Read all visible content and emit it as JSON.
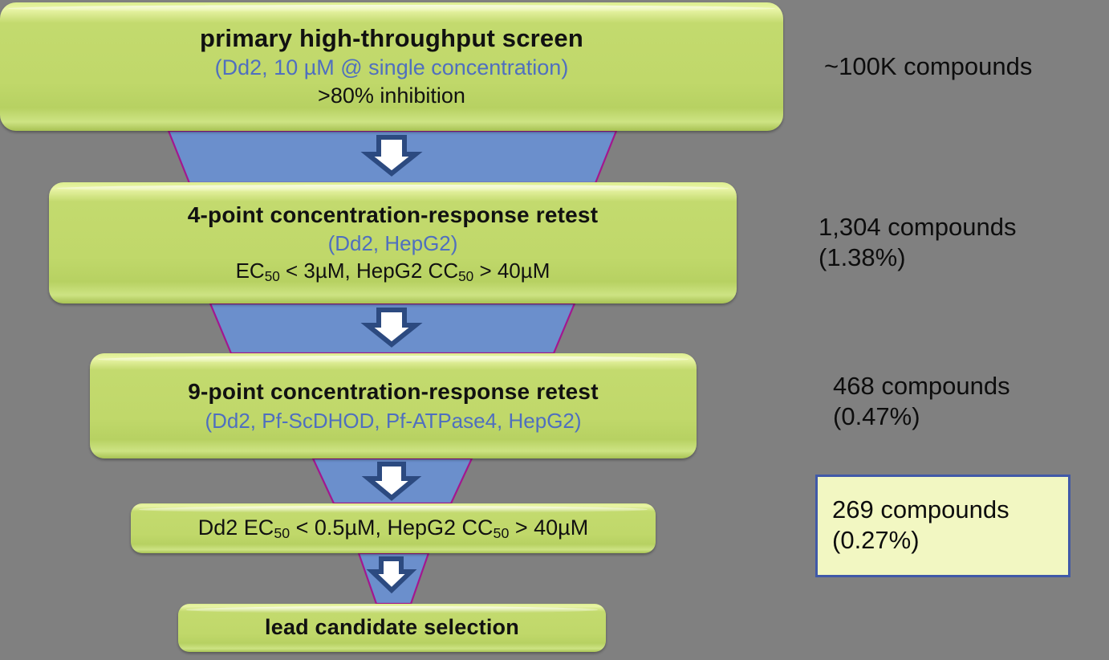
{
  "background_color": "#808080",
  "palette": {
    "box_green": "#c0d86a",
    "funnel_blue": "#6b8fcc",
    "funnel_edge_magenta": "#a3178f",
    "arrow_fill": "#ffffff",
    "arrow_outline": "#2c4a80",
    "sub_text_blue": "#4f6fbf",
    "callout_fill": "#f2f7c2",
    "callout_border": "#4059a8",
    "text_black": "#0d0d0d"
  },
  "diagram": {
    "title": "compound screening cascade funnel",
    "stages": [
      {
        "id": "primary-screen",
        "title": "primary high-throughput screen",
        "subtitle": "(Dd2, 10 µM @ single concentration)",
        "detail": ">80% inhibition"
      },
      {
        "id": "4-point-retest",
        "title": "4-point concentration-response retest",
        "subtitle": "(Dd2, HepG2)",
        "detail_parts": [
          "EC",
          "50",
          " < 3µM, HepG2 CC",
          "50",
          " > 40µM"
        ]
      },
      {
        "id": "9-point-retest",
        "title": "9-point concentration-response retest",
        "subtitle": "(Dd2, Pf-ScDHOD, Pf-ATPase4, HepG2)"
      },
      {
        "id": "potency-cutoff",
        "detail_parts": [
          "Dd2 EC",
          "50",
          " < 0.5µM, HepG2 CC",
          "50",
          " > 40µM"
        ]
      },
      {
        "id": "lead-selection",
        "title": "lead candidate selection"
      }
    ],
    "annotations": [
      {
        "id": "count-primary",
        "text": "~100K compounds"
      },
      {
        "id": "count-4point",
        "text": "1,304 compounds\n(1.38%)"
      },
      {
        "id": "count-9point",
        "text": "468 compounds\n(0.47%)"
      },
      {
        "id": "count-final",
        "text": "269 compounds\n(0.27%)",
        "highlighted": true
      }
    ],
    "arrows": [
      {
        "id": "arrow-1",
        "direction": "down"
      },
      {
        "id": "arrow-2",
        "direction": "down"
      },
      {
        "id": "arrow-3",
        "direction": "down"
      },
      {
        "id": "arrow-4",
        "direction": "down"
      }
    ]
  }
}
